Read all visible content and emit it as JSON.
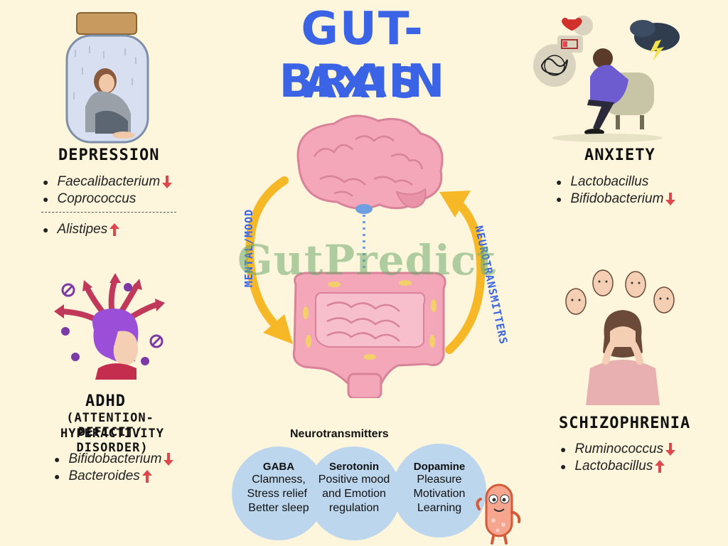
{
  "title_line1": "GUT-BRAIN",
  "title_line2": "AXIS",
  "watermark": "GutPredict",
  "left_arrow_label": "MENTAL/MOOD",
  "right_arrow_label": "NEUROTRANSMITTERS",
  "depression": {
    "heading": "DEPRESSION",
    "decreased": [
      "Faecalibacterium",
      "Coprococcus"
    ],
    "increased": [
      "Alistipes"
    ]
  },
  "anxiety": {
    "heading": "ANXIETY",
    "items": [
      "Lactobacillus",
      "Bifidobacterium"
    ]
  },
  "adhd": {
    "heading": "ADHD",
    "subheading_line1": "(ATTENTION-DEFICIT/",
    "subheading_line2": "HYPERACTIVITY DISORDER)",
    "items": [
      "Bifidobacterium",
      "Bacteroides"
    ]
  },
  "schizophrenia": {
    "heading": "SCHIZOPHRENIA",
    "items": [
      "Ruminococcus",
      "Lactobacillus"
    ]
  },
  "neurotransmitters": {
    "heading": "Neurotransmitters",
    "circles": [
      {
        "name": "GABA",
        "lines": [
          "Clamness,",
          "Stress relief,",
          "Better sleep"
        ]
      },
      {
        "name": "Serotonin",
        "lines": [
          "Positive mood",
          "and Emotion",
          "regulation"
        ]
      },
      {
        "name": "Dopamine",
        "lines": [
          "Pleasure",
          "Motivation",
          "Learning"
        ]
      }
    ]
  },
  "colors": {
    "title": "#3b63e6",
    "arrow_down": "#e0474c",
    "arrow_up": "#e0474c",
    "circle": "#bcd6ee",
    "flow_arrow": "#f6b826",
    "brain": "#f4a7b8",
    "gut": "#f4a7b8"
  }
}
